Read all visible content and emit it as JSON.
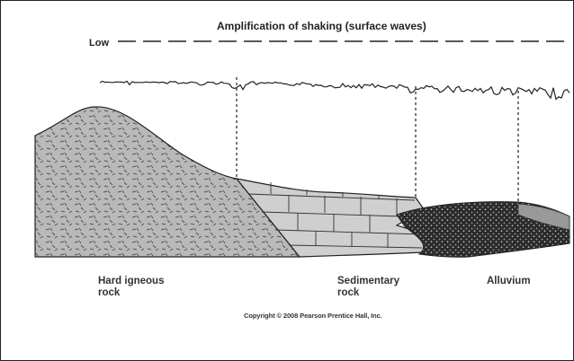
{
  "header": {
    "title": "Amplification of shaking (surface waves)",
    "scale_low_label": "Low"
  },
  "layers": [
    {
      "id": "igneous",
      "label": "Hard igneous rock"
    },
    {
      "id": "sedimentary",
      "label": "Sedimentary rock"
    },
    {
      "id": "alluvium",
      "label": "Alluvium"
    }
  ],
  "footer": {
    "copyright": "Copyright © 2008 Pearson Prentice Hall, Inc."
  },
  "colors": {
    "igneous_fill": "#b8b8b8",
    "sedimentary_fill": "#cfcfcf",
    "alluvium_fill": "#2a2a2a",
    "line": "#1a1a1a"
  }
}
